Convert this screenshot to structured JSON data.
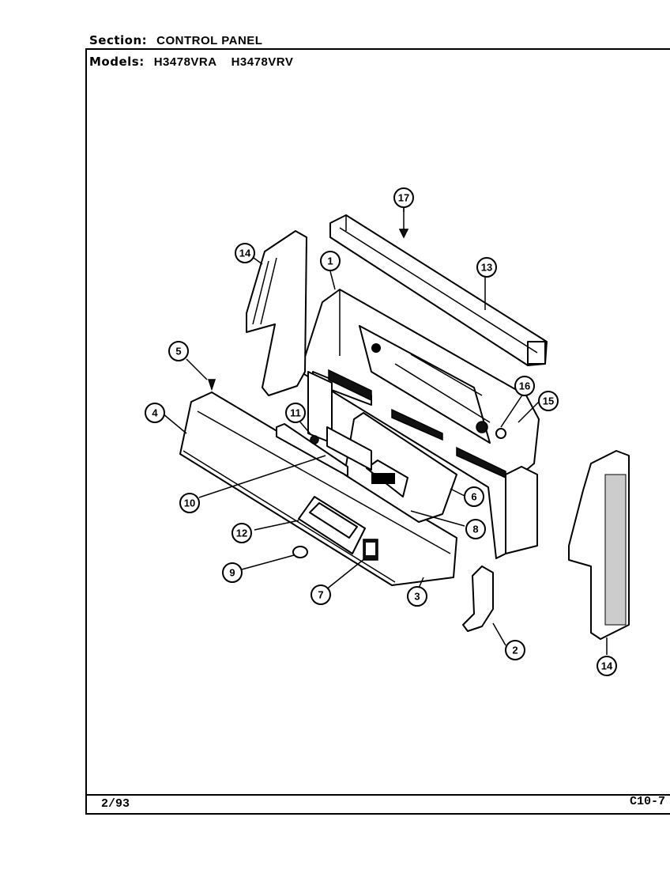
{
  "header": {
    "section_label": "Section:",
    "section_value": "CONTROL PANEL",
    "models_label": "Models:",
    "model_1": "H3478VRA",
    "model_2": "H3478VRV"
  },
  "footer": {
    "date": "2/93",
    "page": "C10-7"
  },
  "callouts": [
    "1",
    "2",
    "3",
    "4",
    "5",
    "6",
    "7",
    "8",
    "9",
    "10",
    "11",
    "12",
    "13",
    "14",
    "14",
    "15",
    "16",
    "17"
  ]
}
